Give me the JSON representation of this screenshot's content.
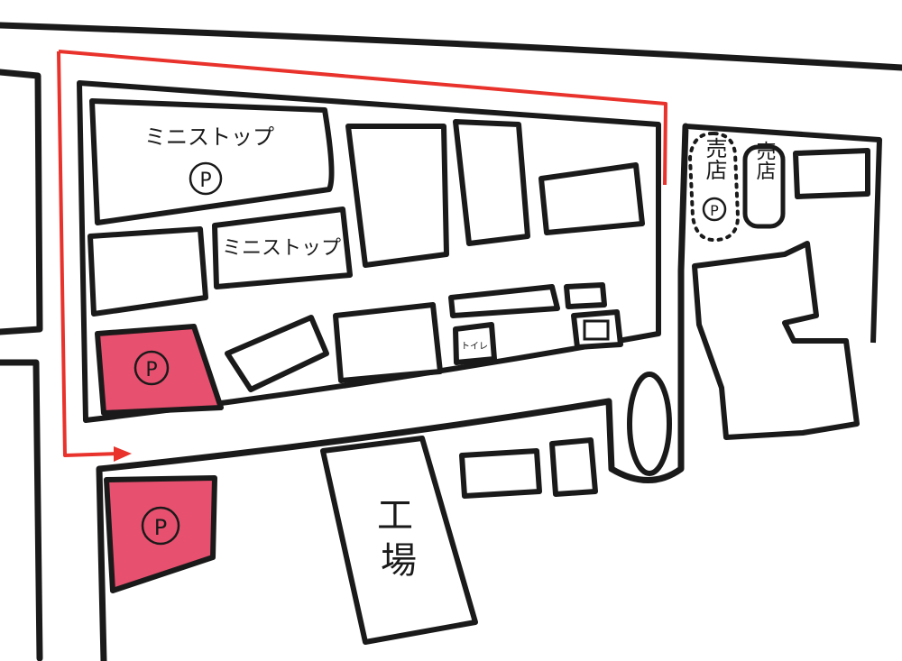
{
  "colors": {
    "parking_fill": "#e8506f",
    "route": "#e8322b",
    "ink": "#1a1a1a"
  },
  "labels": {
    "ministop_top": "ミニストップ",
    "ministop_mid": "ミニストップ",
    "parking": "P",
    "toilet": "トイレ",
    "shop_left": "売店",
    "shop_right": "売店",
    "factory_line1": "工",
    "factory_line2": "場"
  },
  "icons": {
    "parking": "circled-P",
    "route_arrow": "arrow-right"
  }
}
